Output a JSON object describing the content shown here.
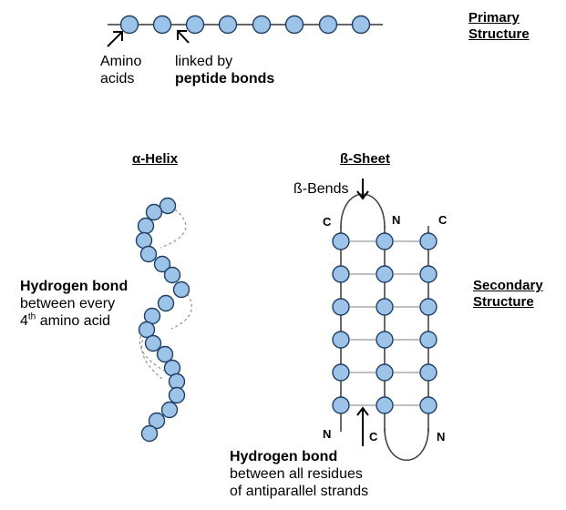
{
  "colors": {
    "bead_fill": "#9cc3e8",
    "bead_stroke": "#1f3f66",
    "hbond_line": "#9a9a9a"
  },
  "primary": {
    "title_line1": "Primary",
    "title_line2": "Structure",
    "amino_line1": "Amino",
    "amino_line2": "acids",
    "linked_line1": "linked by",
    "linked_line2": "peptide bonds"
  },
  "helix": {
    "title": "α-Helix",
    "hbond_title": "Hydrogen bond",
    "hbond_line2": "between every",
    "hbond_line3_num": "4",
    "hbond_line3_sup": "th",
    "hbond_line3_rest": " amino acid"
  },
  "sheet": {
    "title": "ß-Sheet",
    "bends_label": "ß-Bends",
    "term_c_left": "C",
    "term_n_mid": "N",
    "term_c_right": "C",
    "term_n_left": "N",
    "term_c_mid": "C",
    "term_n_right": "N",
    "hbond_title": "Hydrogen bond",
    "hbond_line2": "between all residues",
    "hbond_line3": "of antiparallel strands"
  },
  "secondary": {
    "title_line1": "Secondary",
    "title_line2": "Structure"
  }
}
